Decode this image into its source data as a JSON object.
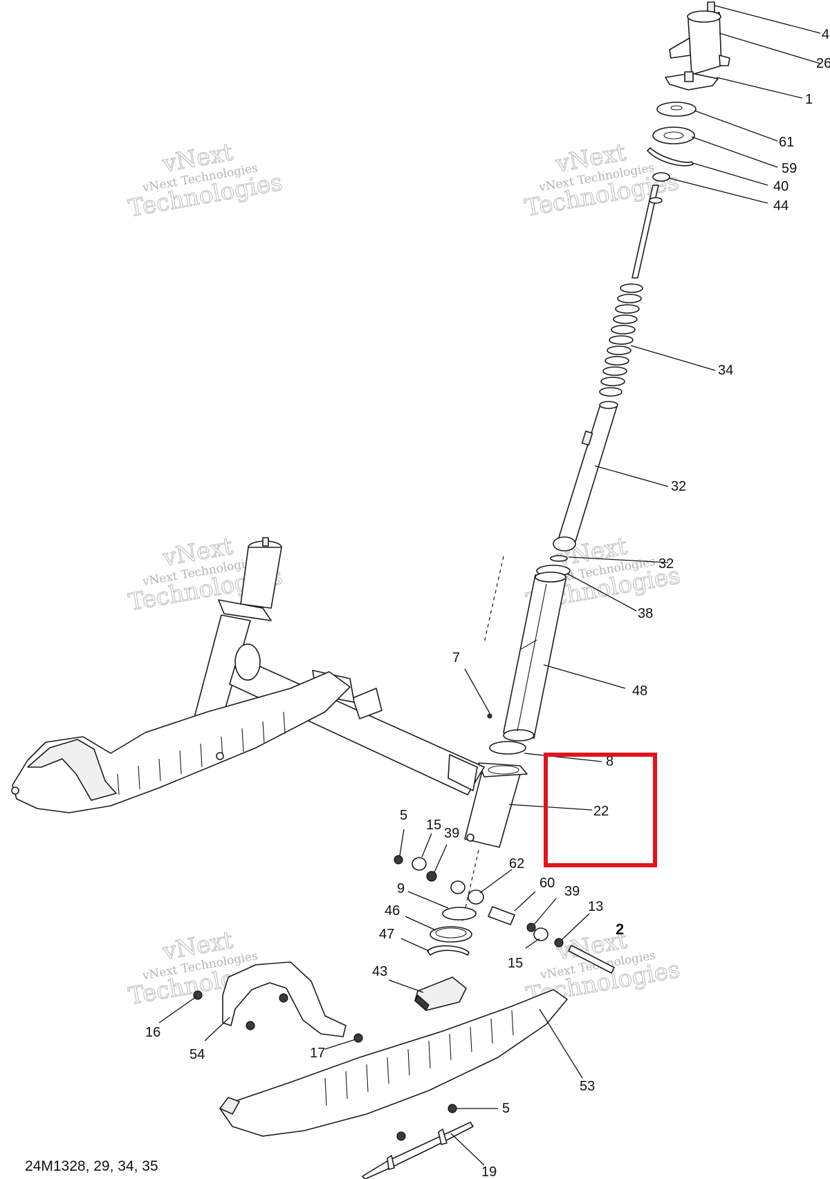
{
  "diagram": {
    "drawing_code": "24M1328, 29, 34, 35",
    "watermark": {
      "line1": "vNext Technologies",
      "line2": "vNext",
      "line3": "Technologies"
    },
    "callouts": [
      {
        "id": "c-4",
        "label": "4"
      },
      {
        "id": "c-26",
        "label": "26"
      },
      {
        "id": "c-1",
        "label": "1"
      },
      {
        "id": "c-61",
        "label": "61"
      },
      {
        "id": "c-59",
        "label": "59"
      },
      {
        "id": "c-40",
        "label": "40"
      },
      {
        "id": "c-44",
        "label": "44"
      },
      {
        "id": "c-34",
        "label": "34"
      },
      {
        "id": "c-32a",
        "label": "32"
      },
      {
        "id": "c-32b",
        "label": "32"
      },
      {
        "id": "c-38",
        "label": "38"
      },
      {
        "id": "c-48",
        "label": "48"
      },
      {
        "id": "c-7",
        "label": "7"
      },
      {
        "id": "c-8",
        "label": "8"
      },
      {
        "id": "c-22",
        "label": "22"
      },
      {
        "id": "c-5a",
        "label": "5"
      },
      {
        "id": "c-15a",
        "label": "15"
      },
      {
        "id": "c-39a",
        "label": "39"
      },
      {
        "id": "c-62",
        "label": "62"
      },
      {
        "id": "c-60",
        "label": "60"
      },
      {
        "id": "c-39b",
        "label": "39"
      },
      {
        "id": "c-13",
        "label": "13"
      },
      {
        "id": "c-2",
        "label": "2"
      },
      {
        "id": "c-9",
        "label": "9"
      },
      {
        "id": "c-46",
        "label": "46"
      },
      {
        "id": "c-47",
        "label": "47"
      },
      {
        "id": "c-15b",
        "label": "15"
      },
      {
        "id": "c-43",
        "label": "43"
      },
      {
        "id": "c-16",
        "label": "16"
      },
      {
        "id": "c-54",
        "label": "54"
      },
      {
        "id": "c-17",
        "label": "17"
      },
      {
        "id": "c-53",
        "label": "53"
      },
      {
        "id": "c-5b",
        "label": "5"
      },
      {
        "id": "c-19",
        "label": "19"
      }
    ],
    "highlight_color": "#e0141b"
  }
}
